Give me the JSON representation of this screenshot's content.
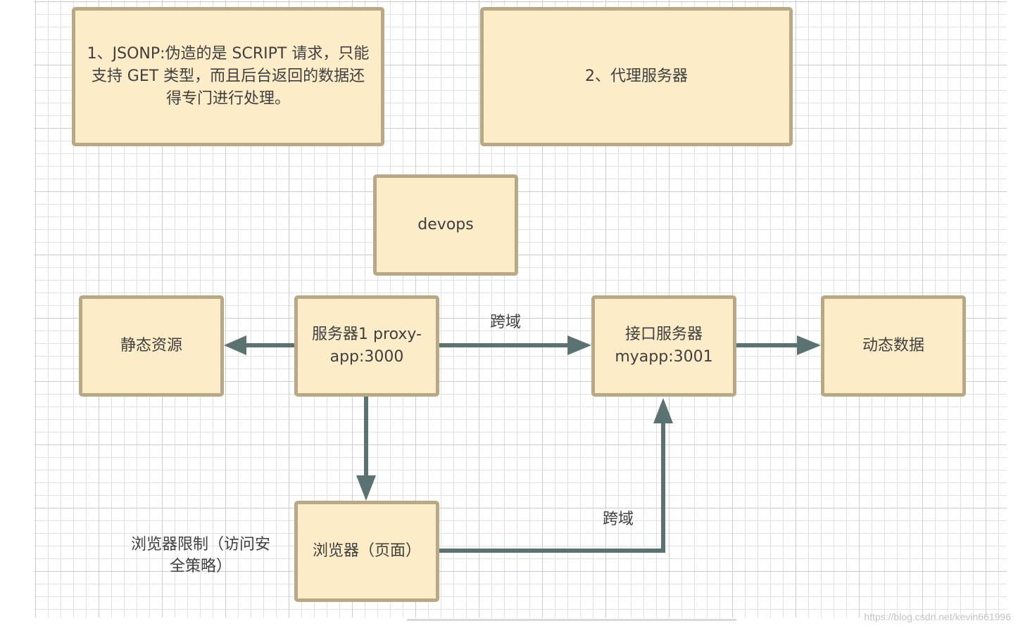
{
  "nodes": {
    "jsonp_note": "1、JSONP:伪造的是 SCRIPT 请求，只能支持 GET 类型，而且后台返回的数据还得专门进行处理。",
    "proxy_note": "2、代理服务器",
    "devops": "devops",
    "static_resources": "静态资源",
    "server1": "服务器1 proxy-app:3000",
    "api_server": "接口服务器 myapp:3001",
    "dynamic_data": "动态数据",
    "browser": "浏览器（页面）"
  },
  "edge_labels": {
    "cross_domain_top": "跨域",
    "cross_domain_bottom": "跨域"
  },
  "annotations": {
    "browser_restriction": "浏览器限制（访问安全策略）"
  },
  "watermark": "https://blog.csdn.net/kevin661996",
  "colors": {
    "node_fill": "#fdecc8",
    "node_border": "#b8a884",
    "edge": "#5b7273",
    "text": "#3f3f3f"
  }
}
